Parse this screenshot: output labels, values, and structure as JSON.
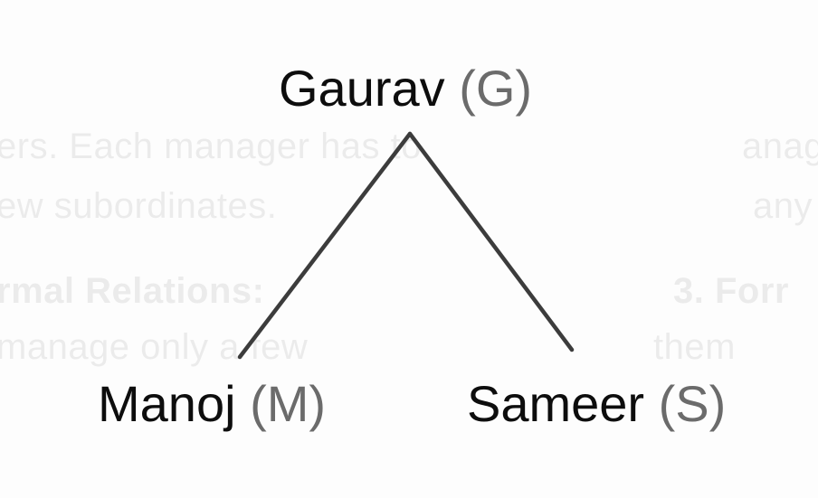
{
  "tree": {
    "root": {
      "name": "Gaurav",
      "abbr": "(G)"
    },
    "children": [
      {
        "name": "Manoj",
        "abbr": "(M)"
      },
      {
        "name": "Sameer",
        "abbr": "(S)"
      }
    ]
  },
  "background_text": [
    "ers.  Each manager has to",
    "anage",
    "ew subordinates.",
    "any su",
    "rmal Relations:",
    "3.  Forr",
    "manage only a few",
    "them"
  ],
  "colors": {
    "name_text": "#0d0d0d",
    "abbr_text": "#6b6b6b",
    "edge": "#3c3c3c"
  }
}
